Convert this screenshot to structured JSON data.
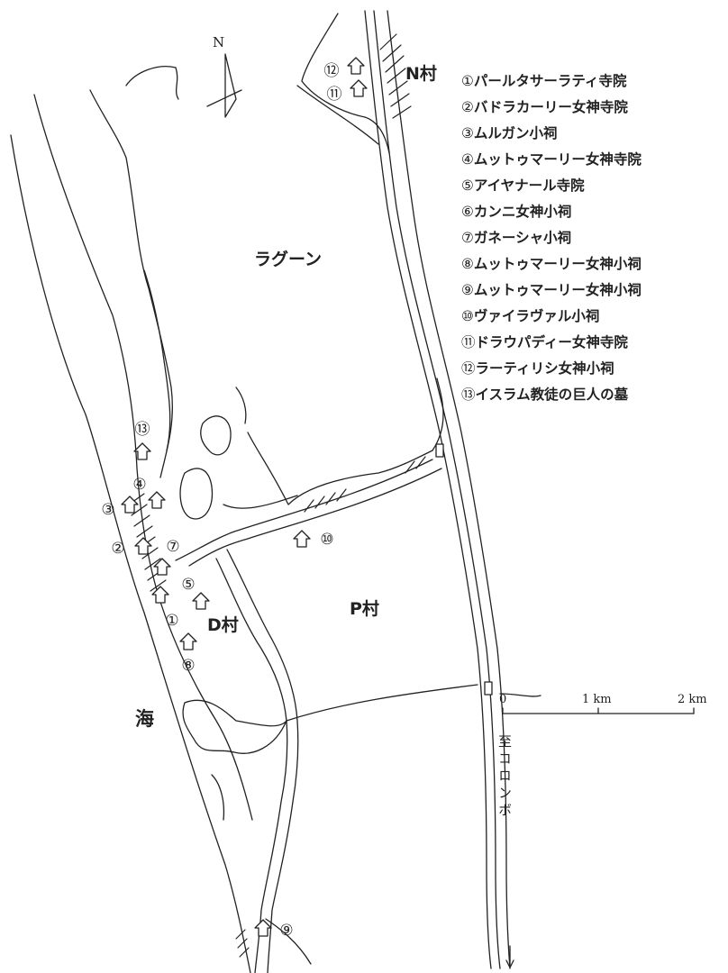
{
  "map_labels": {
    "lagoon": "ラグーン",
    "sea": "海",
    "village_n": "N村",
    "village_p": "P村",
    "village_d": "D村",
    "north": "N",
    "to_colombo": "至コロンボ"
  },
  "scale": {
    "zero": "0",
    "one": "1 km",
    "two": "2 km"
  },
  "legend": [
    {
      "num": "①",
      "name": "パールタサーラティ寺院"
    },
    {
      "num": "②",
      "name": "バドラカーリー女神寺院"
    },
    {
      "num": "③",
      "name": "ムルガン小祠"
    },
    {
      "num": "④",
      "name": "ムットゥマーリー女神寺院"
    },
    {
      "num": "⑤",
      "name": "アイヤナール寺院"
    },
    {
      "num": "⑥",
      "name": "カンニ女神小祠"
    },
    {
      "num": "⑦",
      "name": "ガネーシャ小祠"
    },
    {
      "num": "⑧",
      "name": "ムットゥマーリー女神小祠"
    },
    {
      "num": "⑨",
      "name": "ムットゥマーリー女神小祠"
    },
    {
      "num": "⑩",
      "name": "ヴァイラヴァル小祠"
    },
    {
      "num": "⑪",
      "name": "ドラウパディー女神寺院"
    },
    {
      "num": "⑫",
      "name": "ラーティリシ女神小祠"
    },
    {
      "num": "⑬",
      "name": "イスラム教徒の巨人の墓"
    }
  ],
  "markers": [
    {
      "id": "1",
      "label": "①"
    },
    {
      "id": "2",
      "label": "②"
    },
    {
      "id": "3",
      "label": "③"
    },
    {
      "id": "4",
      "label": "④"
    },
    {
      "id": "5",
      "label": "⑤"
    },
    {
      "id": "7",
      "label": "⑦"
    },
    {
      "id": "8",
      "label": "⑧"
    },
    {
      "id": "9",
      "label": "⑨"
    },
    {
      "id": "10",
      "label": "⑩"
    },
    {
      "id": "11",
      "label": "⑪"
    },
    {
      "id": "12",
      "label": "⑫"
    },
    {
      "id": "13",
      "label": "⑬"
    }
  ],
  "icons": {
    "shrine": "house-arrow-icon",
    "north_arrow": "north-arrow-icon",
    "bridge": "bridge-icon",
    "down_arrow": "arrow-down-icon"
  },
  "colors": {
    "ink": "#222222",
    "paper": "#ffffff"
  }
}
